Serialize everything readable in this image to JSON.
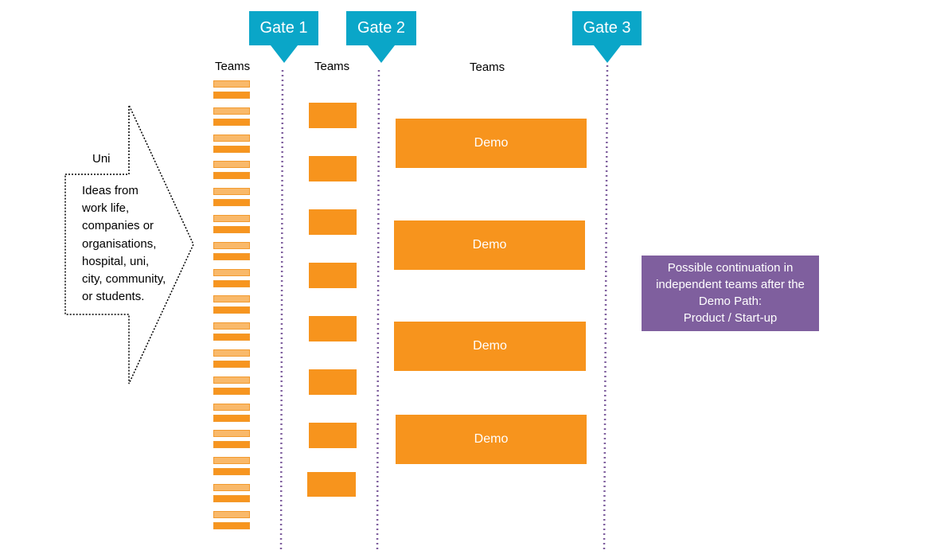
{
  "gates": [
    {
      "label": "Gate 1"
    },
    {
      "label": "Gate 2"
    },
    {
      "label": "Gate 3"
    }
  ],
  "columns": [
    {
      "label": "Teams"
    },
    {
      "label": "Teams"
    },
    {
      "label": "Teams"
    }
  ],
  "source": {
    "label": "Uni",
    "text": "Ideas from\nwork life,\ncompanies or\norganisations,\nhospital, uni,\ncity, community,\nor students."
  },
  "demos": [
    {
      "label": "Demo"
    },
    {
      "label": "Demo"
    },
    {
      "label": "Demo"
    },
    {
      "label": "Demo"
    }
  ],
  "continuation": {
    "line1": "Possible continuation in",
    "line2": "independent teams after the",
    "line3": "Demo Path:",
    "line4": "Product / Start-up"
  },
  "colors": {
    "gate": "#0aa6c8",
    "team": "#f7941d",
    "team_light": "#f9b96a",
    "continuation": "#7f5f9e",
    "divider": "#7f5f9e"
  }
}
